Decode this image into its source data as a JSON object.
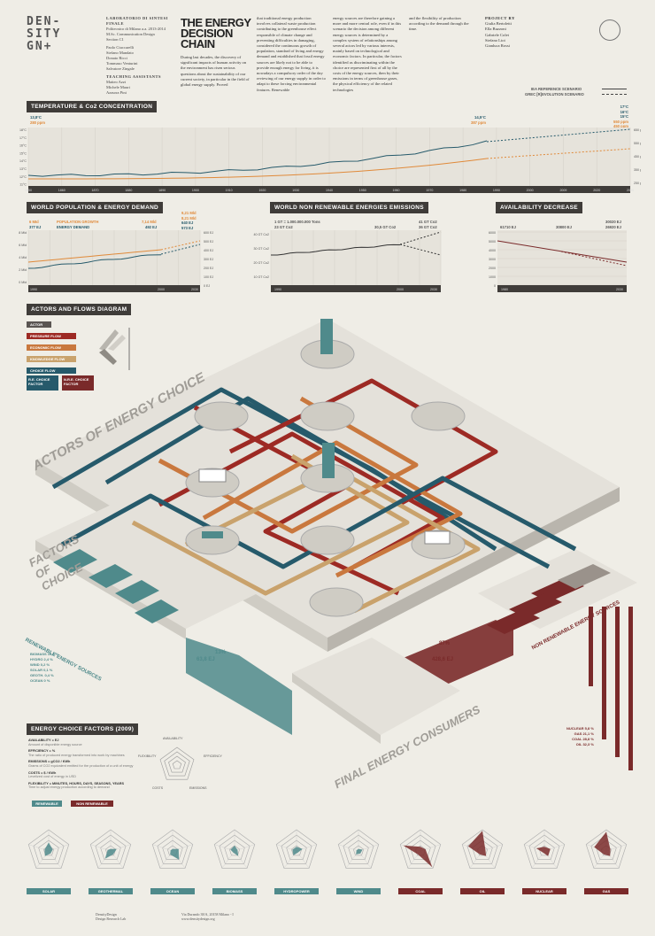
{
  "header": {
    "logo_lines": [
      "DEN-",
      "SITY",
      "GN+"
    ],
    "credits": {
      "lab_title": "LABORATORIO DI SINTESI FINALE",
      "lines_a": [
        "Politecnico di Milano a.a. 2013-2014",
        "M.Sc. Communication Design",
        "Section C1"
      ],
      "lines_b": [
        "Paolo Ciuccarelli",
        "Stefano Mandato",
        "Donato Ricci",
        "Tommaso Venturini",
        "Salvatore Zingale"
      ],
      "assistants_title": "TEACHING ASSISTANTS",
      "lines_c": [
        "Matteo Azzi",
        "Michele Mauri",
        "Azzurra Pini"
      ]
    },
    "title_lines": [
      "THE ENERGY",
      "DECISION",
      "CHAIN"
    ],
    "intro": "During last decades, the discovery of significant impacts of human activity on the environment has risen serious questions about the sustainability of our current society, in particular in the field of global energy supply. Proved",
    "col2": "that traditional energy production involves collateral waste production contributing to the greenhouse effect responsible of climate change and preventing difficulties in damaging, considered the continuous growth of population, standard of living and energy demand and established that fossil energy sources are likely not to be able to provide enough energy for living, it is nowadays a compulsory order of the day reviewing of our energy supply in order to adapt to these forcing environmental features. Renewable",
    "col3": "energy sources are therefore gaining a more and more central role, even if in this scenario the decision among different energy sources is determined by a complex system of relationships among several actors led by various interests, mainly based on technological and economic factors. In particular, the factors identified as discriminating within the choice are represented first of all by the costs of the energy sources, then by their emissions in terms of greenhouse gases, the physical efficiency of the related technologies",
    "col4": "and the flexibility of production according to the demand through the time.",
    "project_by_title": "PROJECT BY",
    "project_by": [
      "Giulia Bertoletti",
      "Ella Buzzoni",
      "Gabriele Colet",
      "Stefano Lioi",
      "Gianluca Rossi"
    ]
  },
  "temp_section": {
    "title": "TEMPERATURE & Co2 CONCENTRATION",
    "scenario_ref": "IEA REFERENCE SCENARIO",
    "scenario_rev": "GREC [R]EVOLUTION SCENARIO",
    "start_temp": "13,8°C",
    "start_ppm": "280 ppm",
    "mid_temp": "14,5°C",
    "mid_ppm": "387 ppm",
    "end_vals": [
      "17°C",
      "16°C",
      "15°C",
      "550 ppm",
      "450 ppm"
    ],
    "y_left": [
      "18°C",
      "17°C",
      "16°C",
      "15°C",
      "14°C",
      "13°C",
      "12°C",
      "11°C"
    ],
    "y_right": [
      "650 ppm",
      "550 ppm",
      "450 ppm",
      "350 ppm",
      "250 ppm"
    ],
    "x_ticks": [
      "1850",
      "1860",
      "1870",
      "1880",
      "1890",
      "1900",
      "1910",
      "1920",
      "1930",
      "1940",
      "1950",
      "1960",
      "1970",
      "1980",
      "1990",
      "2000",
      "2009",
      "2020",
      "2030"
    ]
  },
  "pop_section": {
    "title": "WORLD POPULATION & ENERGY DEMAND",
    "start_pop": "6 MId",
    "start_ej": "377 EJ",
    "lbl_pop": "POPULATION GROWTH",
    "lbl_energy": "ENERGY DEMAND",
    "mid_pop": "7,14 Mld",
    "mid_ej": "492 EJ",
    "end_vals": [
      "9,21 Mld",
      "8,21 Mld",
      "640 EJ",
      "573 EJ"
    ],
    "y_left": [
      "8 Mld",
      "6 Mld",
      "4 Mld",
      "2 Mld",
      "0 Mld"
    ],
    "y_right": [
      "600 EJ",
      "500 EJ",
      "400 EJ",
      "300 EJ",
      "200 EJ",
      "100 EJ",
      "0 EJ"
    ],
    "x_ticks": [
      "1990",
      "2000",
      "2030"
    ]
  },
  "emis_section": {
    "title": "WORLD NON RENEWABLE ENERGIES EMISSIONS",
    "unit": "1 GT = 1.000.000.000 Tons",
    "start": "23 GT Co2",
    "mid": "30,5 GT Co2",
    "end_vals": [
      "41 GT Co2",
      "36 GT Co2"
    ],
    "y_left": [
      "40 GT Co2",
      "30 GT Co2",
      "20 GT Co2",
      "10 GT Co2"
    ],
    "x_ticks": [
      "1990",
      "2000",
      "2030"
    ]
  },
  "avail_section": {
    "title": "AVAILABILITY DECREASE",
    "start": "61710 EJ",
    "mid": "30800 EJ",
    "end_vals": [
      "30020 EJ",
      "26920 EJ"
    ],
    "y_left": [
      "6000",
      "5000",
      "4000",
      "3000",
      "2000",
      "1000",
      "0"
    ],
    "x_ticks": [
      "1980",
      "2030"
    ]
  },
  "actors_section": {
    "title": "ACTORS AND FLOWS DIAGRAM",
    "legend": [
      {
        "label": "ACTOR",
        "color": "#5a5552"
      },
      {
        "label": "PRESSURE FLOW",
        "color": "#9d2a24"
      },
      {
        "label": "ECONOMIC FLOW",
        "color": "#c9783e"
      },
      {
        "label": "KNOWLEDGE FLOW",
        "color": "#c9a26c"
      },
      {
        "label": "CHOICE FLOW",
        "color": "#265a6b"
      }
    ],
    "re_factor": "R.E. CHOICE FACTOR",
    "nre_factor": "N.R.E. CHOICE FACTOR",
    "actors_label": "ACTORS OF ENERGY CHOICE",
    "factors_label": "FACTORS OF CHOICE",
    "consumers_label": "FINAL ENERGY CONSUMERS",
    "ren_sources_label": "RENEWABLE ENERGY SOURCES",
    "nonren_sources_label": "NON RENEWABLE ENERGY SOURCES",
    "ren_pct": "13%",
    "ren_ej": "63,8 EJ",
    "nonren_pct": "87%",
    "nonren_ej": "428,6 EJ",
    "ren_list": [
      "BIOMASS 10,2 %",
      "HYDRO 2,4 %",
      "WIND 0,2 %",
      "SOLAR 0,1 %",
      "GEOTH. 0,4 %",
      "OCEAN 0 %"
    ],
    "nonren_list": [
      "NUCLEAR 5,8 %",
      "GAS 21,1 %",
      "COAL 28,8 %",
      "OIL 32,3 %"
    ]
  },
  "factors_section": {
    "title": "ENERGY CHOICE FACTORS (2009)",
    "definitions": [
      {
        "term": "AVAILABILITY = EJ",
        "desc": "Amount of disponible energy source"
      },
      {
        "term": "EFFICIENCY = %",
        "desc": "The ratio of produced energy transformed into work by machines"
      },
      {
        "term": "EMISSIONS = gCO2 / KWh",
        "desc": "Grams of CO2 equivalent emitted for the production of a unit of energy"
      },
      {
        "term": "COSTS = $ / KWh",
        "desc": "Levelized cost of energy in USD"
      },
      {
        "term": "FLEXIBILITY = MINUTES, HOURS, DAYS, SEASONS, YEARS",
        "desc": "Time to adjust energy production according to demand"
      }
    ],
    "radar_axes": [
      "AVAILABILITY",
      "EFFICIENCY",
      "EMISSIONS",
      "COSTS",
      "FLEXIBILITY"
    ],
    "chip_renewable": "RENEWABLE",
    "chip_nonrenewable": "NON RENEWABLE"
  },
  "radars": [
    {
      "name": "SOLAR",
      "kind": "ren"
    },
    {
      "name": "GEOTHERMAL",
      "kind": "ren"
    },
    {
      "name": "OCEAN",
      "kind": "ren"
    },
    {
      "name": "BIOMASS",
      "kind": "ren"
    },
    {
      "name": "HYDROPOWER",
      "kind": "ren"
    },
    {
      "name": "WIND",
      "kind": "ren"
    },
    {
      "name": "COAL",
      "kind": "nre"
    },
    {
      "name": "OIL",
      "kind": "nre"
    },
    {
      "name": "NUCLEAR",
      "kind": "nre"
    },
    {
      "name": "GAS",
      "kind": "nre"
    }
  ],
  "footer": {
    "left": [
      "DensityDesign",
      "Design Research Lab"
    ],
    "right": [
      "Via Durando 38/A, 20158 Milano - I",
      "www.densitydesign.org"
    ]
  },
  "colors": {
    "teal": "#4f8a8b",
    "dark_teal": "#265a6b",
    "maroon": "#7a2a2a",
    "orange": "#e08a3a",
    "red": "#9d2a24",
    "tan": "#c9a26c",
    "bg": "#efede6"
  }
}
